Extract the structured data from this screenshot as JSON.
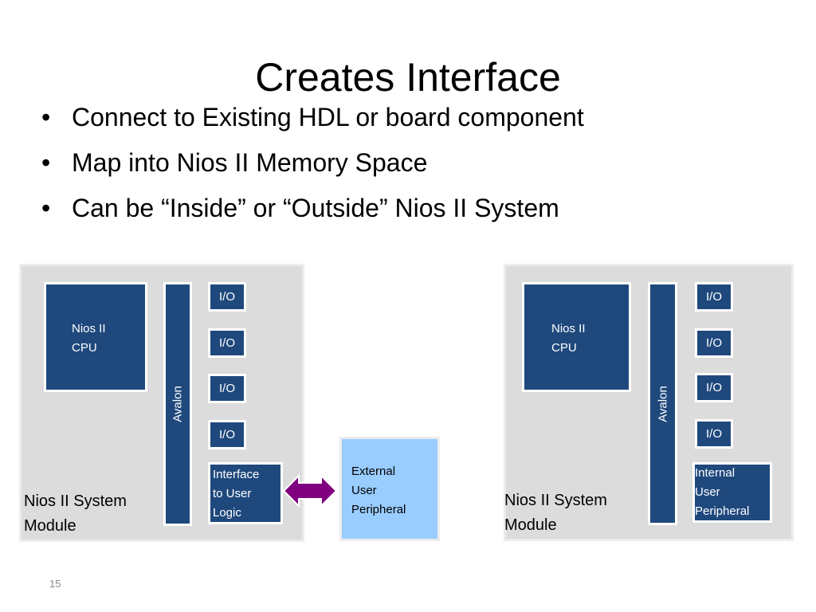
{
  "slide": {
    "title": "Creates Interface",
    "bullets": [
      "Connect to Existing HDL or board component",
      "Map into Nios II Memory Space",
      "Can be “Inside” or “Outside” Nios II System"
    ],
    "bullet_glyph": "•",
    "page_number": "15"
  },
  "left_module": {
    "cpu_label": [
      "Nios II",
      "CPU"
    ],
    "bus_label": "Avalon",
    "io_labels": [
      "I/O",
      "I/O",
      "I/O",
      "I/O"
    ],
    "interface_label": [
      "Interface",
      "to User",
      "Logic"
    ],
    "module_label": [
      "Nios II System",
      "Module"
    ]
  },
  "external_peripheral": {
    "label": [
      "External",
      "User",
      "Peripheral"
    ]
  },
  "right_module": {
    "cpu_label": [
      "Nios II",
      "CPU"
    ],
    "bus_label": "Avalon",
    "io_labels": [
      "I/O",
      "I/O",
      "I/O",
      "I/O"
    ],
    "internal_label": [
      "Internal",
      "User",
      "Peripheral"
    ],
    "module_label": [
      "Nios II System",
      "Module"
    ]
  },
  "colors": {
    "block": "#1f497d",
    "module_bg": "#dcdcdc",
    "external": "#99ccff",
    "arrow": "#800080"
  }
}
